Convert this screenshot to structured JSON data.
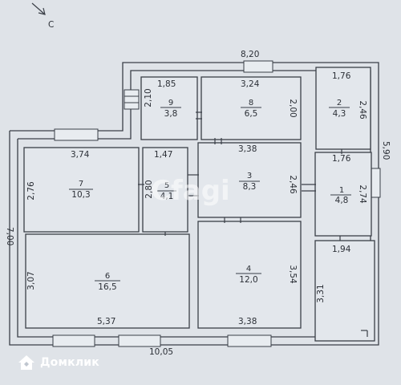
{
  "compass": {
    "label": "С"
  },
  "dimensions": {
    "top": "8,20",
    "left": "7,00",
    "bottom": "10,05",
    "right": "5,90"
  },
  "rooms": [
    {
      "num": "1",
      "area": "4,8"
    },
    {
      "num": "2",
      "area": "4,3"
    },
    {
      "num": "3",
      "area": "8,3"
    },
    {
      "num": "4",
      "area": "12,0"
    },
    {
      "num": "5",
      "area": "4,1"
    },
    {
      "num": "6",
      "area": "16,5"
    },
    {
      "num": "7",
      "area": "10,3"
    },
    {
      "num": "8",
      "area": "6,5"
    },
    {
      "num": "9",
      "area": "3,8"
    }
  ],
  "room_dims": {
    "r9_w": "1,85",
    "r9_h": "2,10",
    "r8_w": "3,24",
    "r8_h": "2,00",
    "r2_w": "1,76",
    "r2_h": "2,46",
    "r7_w": "3,74",
    "r7_h": "2,76",
    "r5_w": "1,47",
    "r5_h": "2,80",
    "r3_w": "3,38",
    "r3_h": "2,46",
    "r1_w": "1,76",
    "r1_h": "2,74",
    "r1_b": "1,94",
    "r6_w": "5,37",
    "r6_h": "3,07",
    "r4_w": "3,38",
    "r4_h": "3,54",
    "veranda_h": "3,31"
  },
  "watermark": "Cfagi",
  "brand": {
    "name": "Домклик"
  },
  "colors": {
    "background": "#dfe3e8",
    "line": "#3a3f47"
  }
}
